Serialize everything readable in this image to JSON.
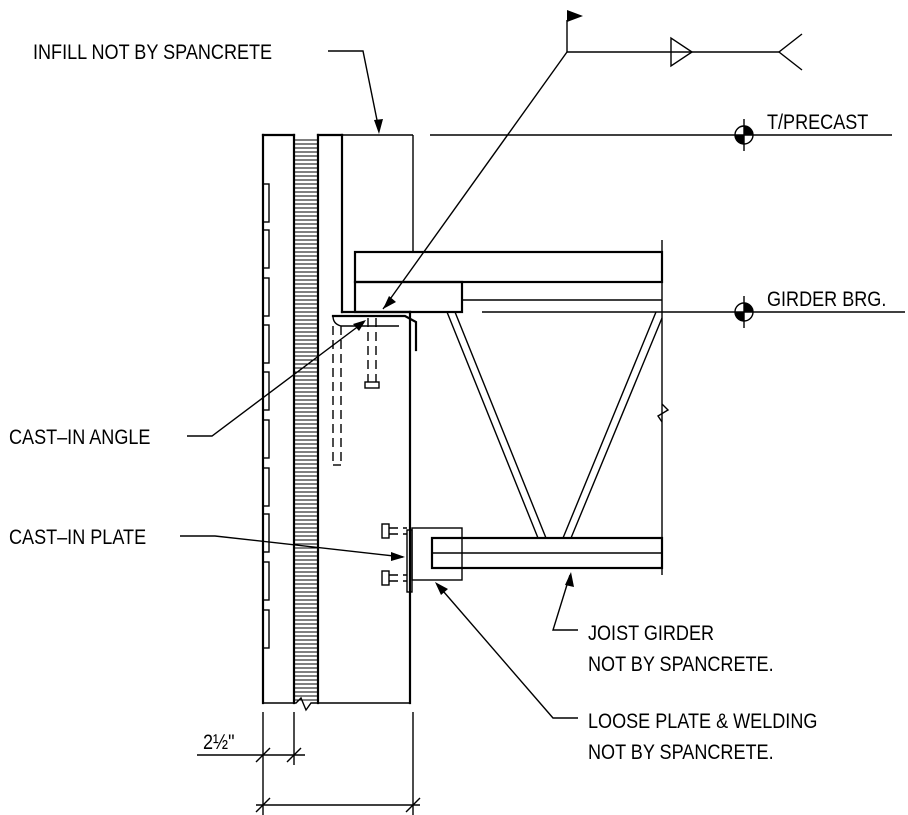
{
  "labels": {
    "infill": "INFILL NOT BY SPANCRETE",
    "t_precast": "T/PRECAST",
    "girder_brg": "GIRDER BRG.",
    "cast_in_angle": "CAST–IN ANGLE",
    "cast_in_plate": "CAST–IN PLATE",
    "joist_girder_1": "JOIST GIRDER",
    "joist_girder_2": "NOT BY SPANCRETE.",
    "loose_plate_1": "LOOSE PLATE & WELDING",
    "loose_plate_2": "NOT BY SPANCRETE.",
    "dim_2_5": "2½\""
  }
}
